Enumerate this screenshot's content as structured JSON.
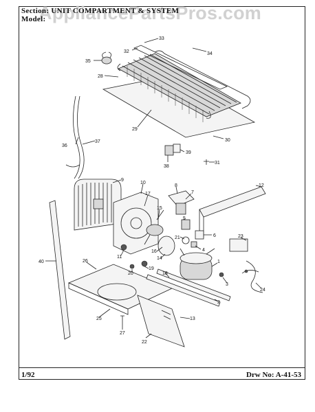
{
  "header": {
    "section_line": "Section:   UNIT COMPARTMENT & SYSTEM",
    "model_line": "Model: "
  },
  "watermark": "AppliancePartsPros.com",
  "footer": {
    "date": "1/92",
    "drawing_number": "Drw No: A-41-53"
  },
  "callouts": [
    {
      "id": "c33",
      "label": "33"
    },
    {
      "id": "c32",
      "label": "32"
    },
    {
      "id": "c34",
      "label": "34"
    },
    {
      "id": "c35",
      "label": "35"
    },
    {
      "id": "c28",
      "label": "28"
    },
    {
      "id": "c29",
      "label": "29"
    },
    {
      "id": "c30",
      "label": "30"
    },
    {
      "id": "c36",
      "label": "36"
    },
    {
      "id": "c37",
      "label": "37"
    },
    {
      "id": "c38",
      "label": "38"
    },
    {
      "id": "c39",
      "label": "39"
    },
    {
      "id": "c31",
      "label": "31"
    },
    {
      "id": "c9",
      "label": "9"
    },
    {
      "id": "c10",
      "label": "10"
    },
    {
      "id": "c8",
      "label": "8"
    },
    {
      "id": "c7",
      "label": "7"
    },
    {
      "id": "c12",
      "label": "12"
    },
    {
      "id": "c17",
      "label": "17"
    },
    {
      "id": "c15",
      "label": "15"
    },
    {
      "id": "c5",
      "label": "5"
    },
    {
      "id": "c6",
      "label": "6"
    },
    {
      "id": "c23",
      "label": "23"
    },
    {
      "id": "c21",
      "label": "21"
    },
    {
      "id": "c4",
      "label": "4"
    },
    {
      "id": "c40",
      "label": "40"
    },
    {
      "id": "c16",
      "label": "16"
    },
    {
      "id": "c14",
      "label": "14"
    },
    {
      "id": "c11",
      "label": "11"
    },
    {
      "id": "c26",
      "label": "26"
    },
    {
      "id": "c19",
      "label": "19"
    },
    {
      "id": "c20",
      "label": "20"
    },
    {
      "id": "c18",
      "label": "18"
    },
    {
      "id": "c1",
      "label": "1"
    },
    {
      "id": "c3",
      "label": "3"
    },
    {
      "id": "c24",
      "label": "24"
    },
    {
      "id": "c2",
      "label": "2"
    },
    {
      "id": "c13",
      "label": "13"
    },
    {
      "id": "c25",
      "label": "25"
    },
    {
      "id": "c27",
      "label": "27"
    },
    {
      "id": "c22",
      "label": "22"
    }
  ]
}
